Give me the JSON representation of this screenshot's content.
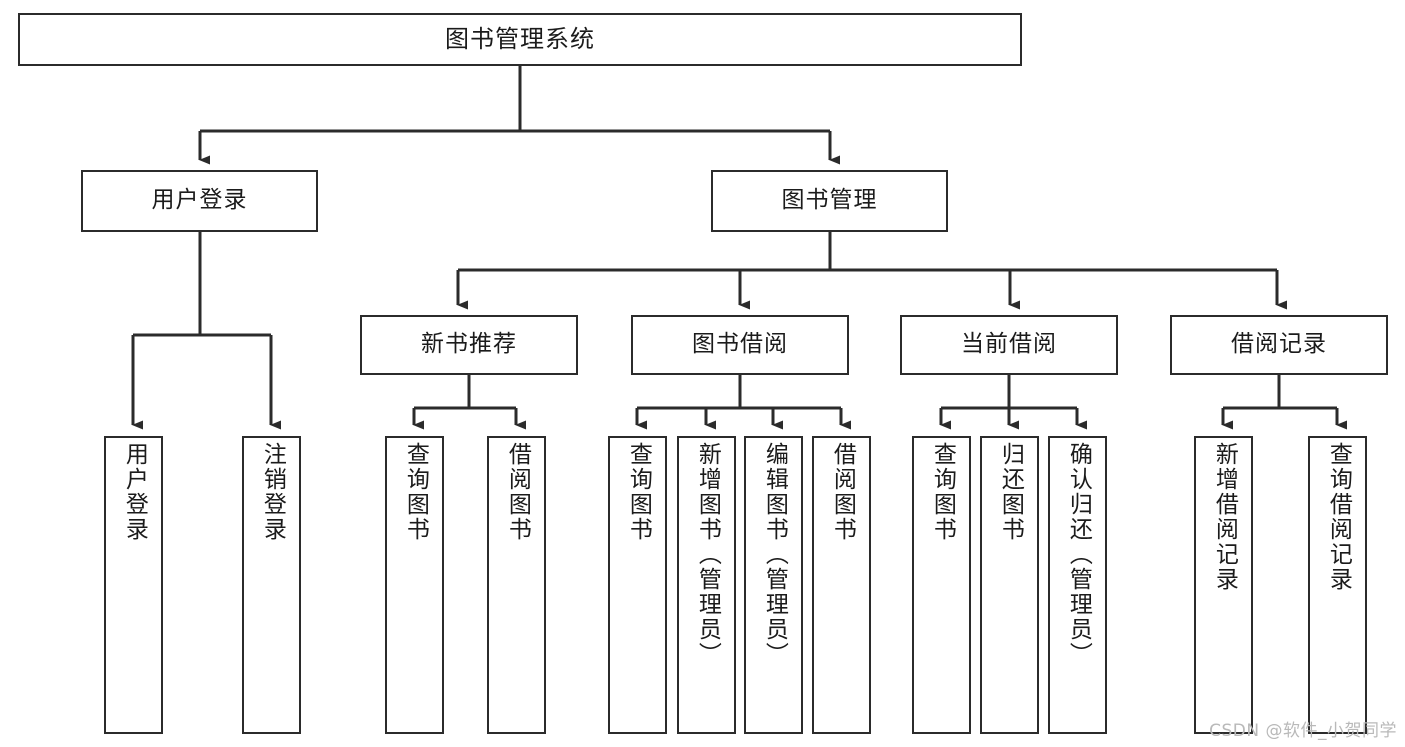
{
  "diagram": {
    "title": "图书管理系统",
    "type": "tree",
    "watermark": "CSDN @软件_小贺同学",
    "colors": {
      "node_border": "#2b2b2b",
      "node_fill": "#ffffff",
      "edge": "#2b2b2b",
      "text": "#1b1b1b",
      "watermark": "#b9b9b9",
      "background": "#ffffff"
    },
    "levels": {
      "root": {
        "label": "图书管理系统"
      },
      "level2": [
        {
          "label": "用户登录"
        },
        {
          "label": "图书管理"
        }
      ],
      "level3": [
        {
          "label": "新书推荐"
        },
        {
          "label": "图书借阅"
        },
        {
          "label": "当前借阅"
        },
        {
          "label": "借阅记录"
        }
      ]
    },
    "leaves": {
      "user_login": [
        {
          "label": "用户登录"
        },
        {
          "label": "注销登录"
        }
      ],
      "new_book": [
        {
          "label": "查询图书"
        },
        {
          "label": "借阅图书"
        }
      ],
      "book_borrow": [
        {
          "label": "查询图书"
        },
        {
          "label": "新增图书（管理员）"
        },
        {
          "label": "编辑图书（管理员）"
        },
        {
          "label": "借阅图书"
        }
      ],
      "current_borrow": [
        {
          "label": "查询图书"
        },
        {
          "label": "归还图书"
        },
        {
          "label": "确认归还（管理员）"
        }
      ],
      "borrow_record": [
        {
          "label": "新增借阅记录"
        },
        {
          "label": "查询借阅记录"
        }
      ]
    }
  }
}
